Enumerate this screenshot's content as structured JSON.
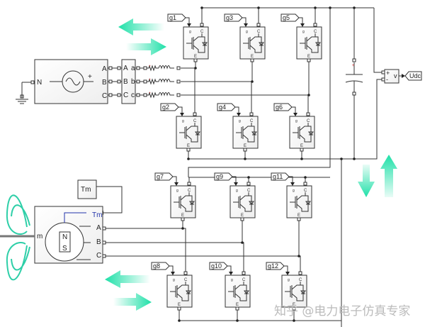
{
  "diagram": {
    "title": "Back-to-back IGBT converter with three-phase source and PM machine",
    "source": {
      "neutral_label": "N",
      "ports": [
        "A",
        "B",
        "C"
      ],
      "plus_label": "+"
    },
    "measurement_block": {
      "left_ports": [
        "A",
        "B",
        "C"
      ],
      "right_ports": [
        "a",
        "b",
        "c"
      ]
    },
    "upper_bridge": {
      "top_switches": [
        "g1",
        "g3",
        "g5"
      ],
      "bottom_switches": [
        "g2",
        "g4",
        "g6"
      ]
    },
    "lower_bridge": {
      "top_switches": [
        "g7",
        "g9",
        "g11"
      ],
      "bottom_switches": [
        "g8",
        "g10",
        "g12"
      ]
    },
    "igbt_port_labels": {
      "gate": "g",
      "collector": "C",
      "emitter": "E"
    },
    "voltmeter": {
      "plus": "+",
      "minus": "-",
      "out": "v",
      "goto_tag": "Udc"
    },
    "machine": {
      "torque_const_label": "Tm",
      "torque_input_label": "Tm",
      "shaft_label": "m",
      "ports": [
        "A",
        "B",
        "C"
      ],
      "symbol_top": "N",
      "symbol_bottom": "S"
    },
    "colors": {
      "wire": "#333333",
      "arrow": "#1fe0a8",
      "rotation": "#2ecfa8",
      "tm_signal": "#2233aa",
      "resistor_mark": "#cc2222"
    }
  },
  "watermark": "知乎 @电力电子仿真专家"
}
